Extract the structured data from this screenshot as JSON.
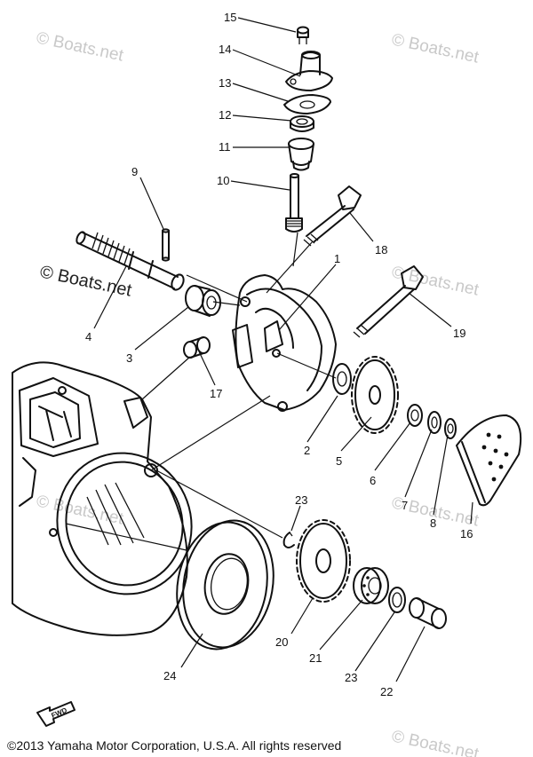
{
  "callouts": {
    "c1": "1",
    "c2": "2",
    "c3": "3",
    "c4": "4",
    "c5": "5",
    "c6": "6",
    "c7": "7",
    "c8": "8",
    "c9": "9",
    "c10": "10",
    "c11": "11",
    "c12": "12",
    "c13": "13",
    "c14": "14",
    "c15": "15",
    "c16": "16",
    "c17": "17",
    "c18": "18",
    "c19": "19",
    "c20": "20",
    "c21": "21",
    "c22": "22",
    "c23a": "23",
    "c23b": "23",
    "c24": "24"
  },
  "watermarks": {
    "main": "© Boats.net",
    "faint": "© Boats.net"
  },
  "fwd_label": "FWD",
  "copyright": "©2013 Yamaha Motor Corporation, U.S.A. All rights reserved"
}
